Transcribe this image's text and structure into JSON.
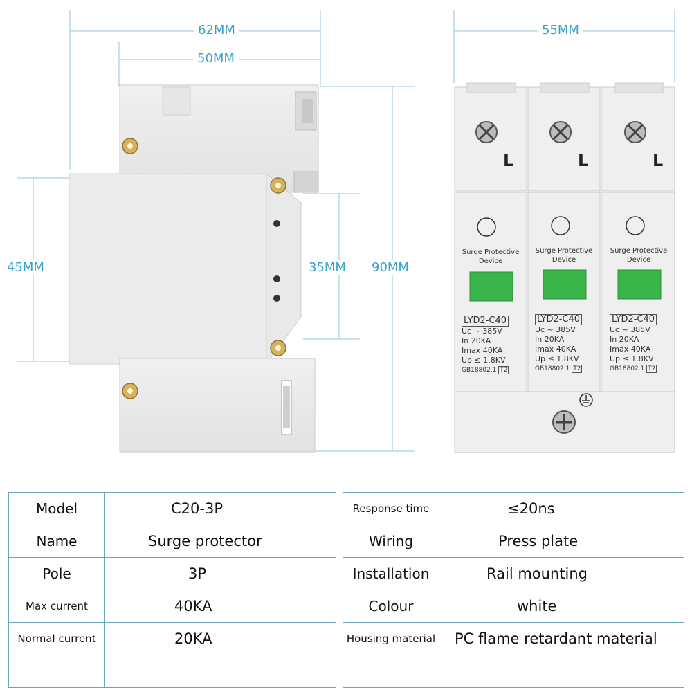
{
  "dimensions": {
    "w62": "62MM",
    "w50": "50MM",
    "w55": "55MM",
    "h45": "45MM",
    "h35": "35MM",
    "h90": "90MM"
  },
  "module": {
    "title": "Surge Protective Device",
    "terminal": "L",
    "model_label": "LYD2-C40",
    "uc": "Uc ~ 385V",
    "in": "In     20KA",
    "imax": "Imax  40KA",
    "up": "Up ≤ 1.8KV",
    "std": "GB18802.1",
    "class": "T2"
  },
  "specs_left": [
    {
      "key": "Model",
      "value": "C20-3P"
    },
    {
      "key": "Name",
      "value": "Surge protector"
    },
    {
      "key": "Pole",
      "value": "3P"
    },
    {
      "key": "Max current",
      "value": "40KA"
    },
    {
      "key": "Normal current",
      "value": "20KA"
    },
    {
      "key": "",
      "value": ""
    }
  ],
  "specs_right": [
    {
      "key": "Response time",
      "value": "≤20ns"
    },
    {
      "key": "Wiring",
      "value": "Press plate"
    },
    {
      "key": "Installation",
      "value": "Rail mounting"
    },
    {
      "key": "Colour",
      "value": "white"
    },
    {
      "key": "Housing material",
      "value": "PC flame retardant material"
    },
    {
      "key": "",
      "value": ""
    }
  ],
  "colors": {
    "dimension_line": "#8fc9dc",
    "dimension_text": "#35a3c9",
    "housing": "#ececec",
    "window": "#39b54a",
    "table_border": "#6aa7bd"
  }
}
